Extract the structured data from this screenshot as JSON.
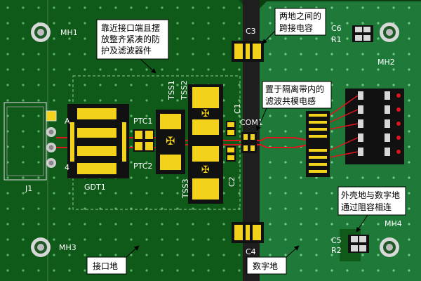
{
  "silkscreen": {
    "mh1": "MH1",
    "mh2": "MH2",
    "mh3": "MH3",
    "mh4": "MH4",
    "c1": "C1",
    "c2": "C2",
    "c3": "C3",
    "c4": "C4",
    "c5": "C5",
    "c6": "C6",
    "r1": "R1",
    "r2": "R2",
    "ptc1": "PTC1",
    "ptc2": "PTC2",
    "tss1": "TSS1",
    "tss2": "TSS2",
    "tss3": "TSS3",
    "com1": "COM1",
    "gdt1": "GDT1",
    "j1": "J1",
    "pin_a": "A",
    "pin_4": "4"
  },
  "callouts": {
    "protection": [
      "靠近接口端且摆",
      "放整齐紧凑的防",
      "护及滤波器件"
    ],
    "cross_cap": [
      "两地之间的",
      "跨接电容"
    ],
    "common_mode": [
      "置于隔离带内的",
      "滤波共模电感"
    ],
    "shell_ground": [
      "外壳地与数字地",
      "通过阻容相连"
    ],
    "interface_ground": "接口地",
    "digital_ground": "数字地"
  },
  "colors": {
    "interface_copper": "#0f5a18",
    "digital_copper": "#1f7a3a",
    "isolation_gap": "#202020",
    "pad": "#f3d21b",
    "trace": "#e0141e",
    "callout_bg": "#ffffff"
  }
}
